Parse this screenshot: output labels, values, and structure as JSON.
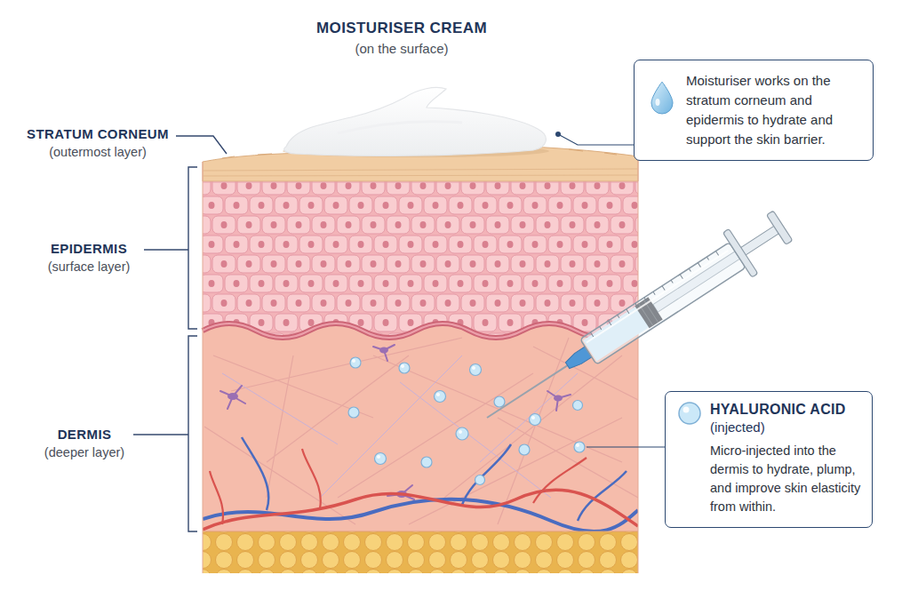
{
  "diagram": {
    "nodes": [
      {
        "text": [
          "Moisturiser works on the stratum corneum and epidermis to hydrate and support the skin barrier."
        ]
      },
      {
        "text": [
          "HYALURONIC ACID",
          "(injected)",
          "Micro-injected into the dermis to hydrate, plump, and improve skin elasticity from within."
        ]
      }
    ],
    "labels": [
      "MOISTURISER CREAM",
      "(on the surface)",
      "STRATUM CORNEUM",
      "(outermost layer)",
      "EPIDERMIS",
      "(surface layer)",
      "DERMIS",
      "(deeper layer)"
    ]
  }
}
